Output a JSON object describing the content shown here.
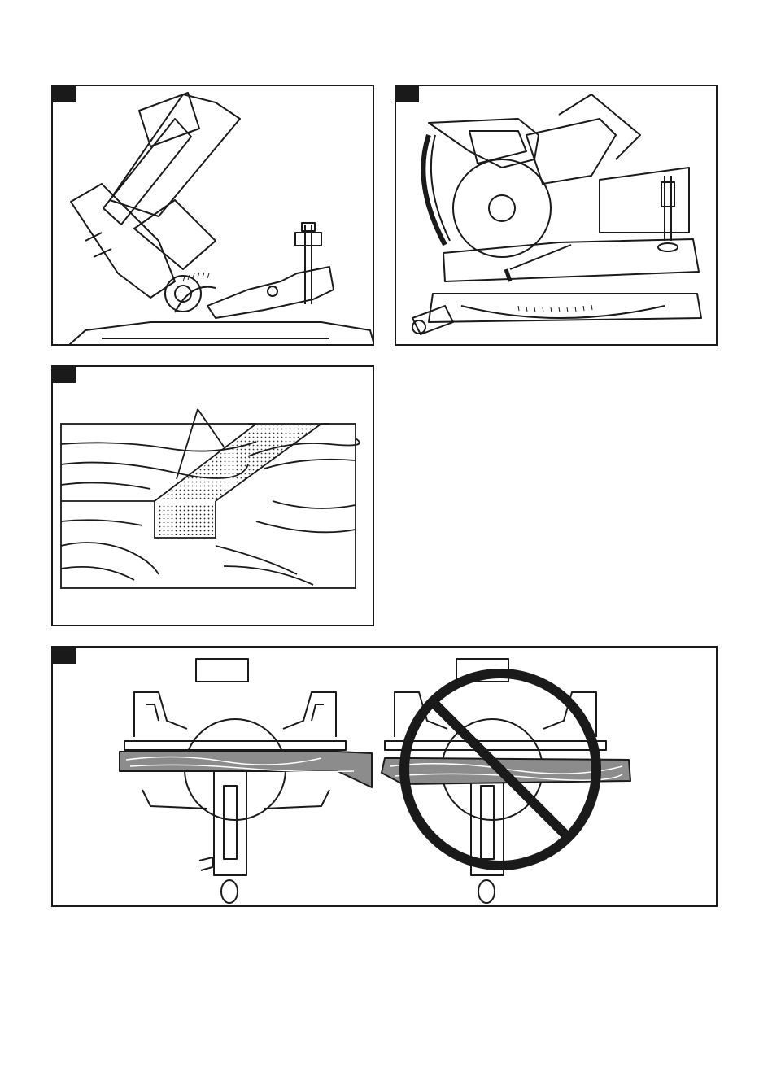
{
  "panels": [
    {
      "id": "figure-1",
      "description_hidden": true
    },
    {
      "id": "figure-2"
    },
    {
      "id": "figure-3"
    },
    {
      "id": "figure-4"
    }
  ],
  "colors": {
    "ink": "#1a1a1a",
    "paper": "#ffffff",
    "grey": "#555555"
  },
  "icons": [
    "prohibition-icon"
  ]
}
